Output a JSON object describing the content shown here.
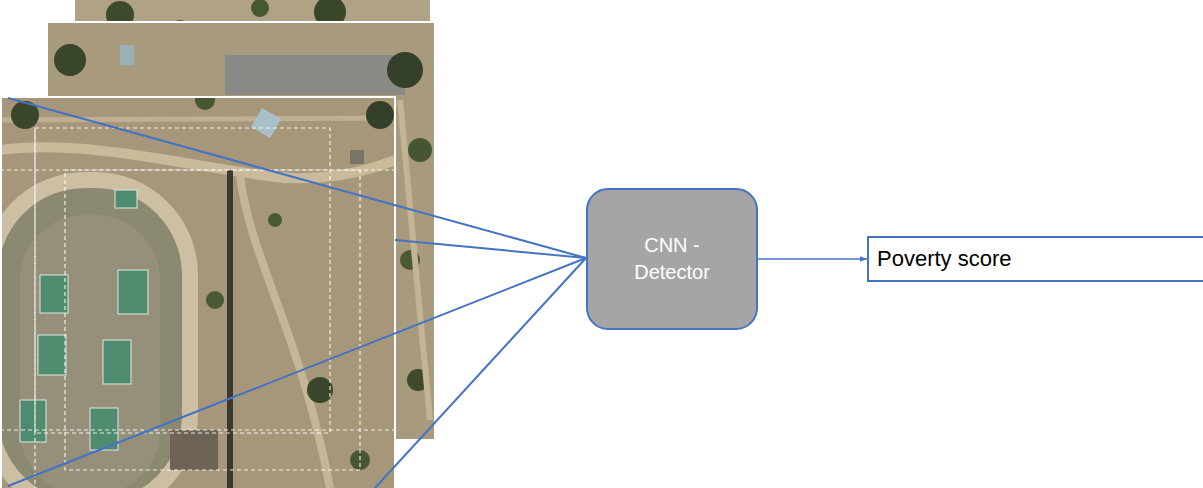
{
  "diagram": {
    "nodes": [
      {
        "text": [
          "CNN - Detector"
        ]
      },
      {
        "text": [
          "Poverty score"
        ]
      }
    ],
    "edges": [
      {
        "from": 0,
        "to": 1,
        "arrow": "to"
      }
    ]
  }
}
